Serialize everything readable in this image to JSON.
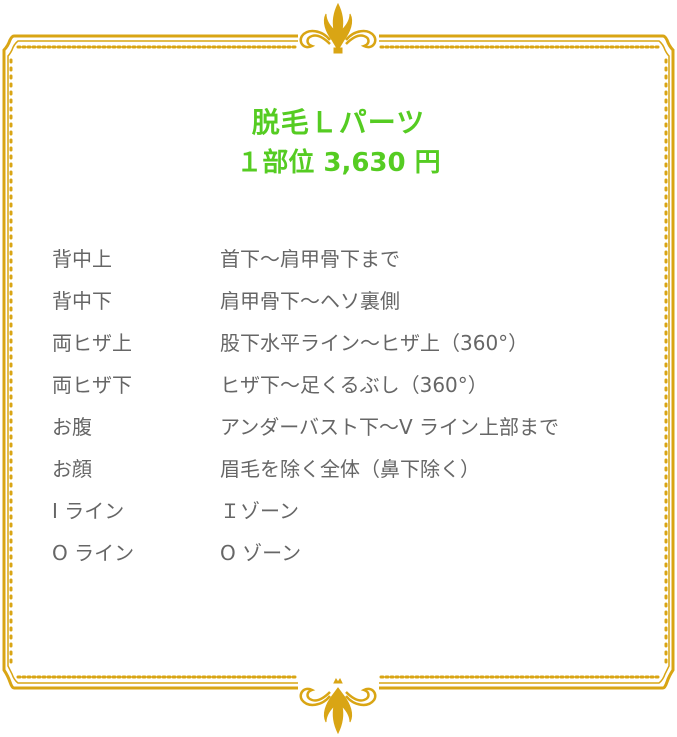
{
  "frame": {
    "color": "#d4a017",
    "style": "ornate-gold-border"
  },
  "header": {
    "title": "脱毛Ｌパーツ",
    "price": "１部位 3,630 円",
    "accent_color": "#55cc22"
  },
  "parts": [
    {
      "name": "背中上",
      "description": "首下〜肩甲骨下まで"
    },
    {
      "name": "背中下",
      "description": "肩甲骨下〜ヘソ裏側"
    },
    {
      "name": "両ヒザ上",
      "description": "股下水平ライン〜ヒザ上（360°）"
    },
    {
      "name": "両ヒザ下",
      "description": "ヒザ下〜足くるぶし（360°）"
    },
    {
      "name": "お腹",
      "description": "アンダーバスト下〜V ライン上部まで"
    },
    {
      "name": "お顔",
      "description": "眉毛を除く全体（鼻下除く）"
    },
    {
      "name": "I ライン",
      "description": "Ｉゾーン"
    },
    {
      "name": "O ライン",
      "description": "O ゾーン"
    }
  ]
}
